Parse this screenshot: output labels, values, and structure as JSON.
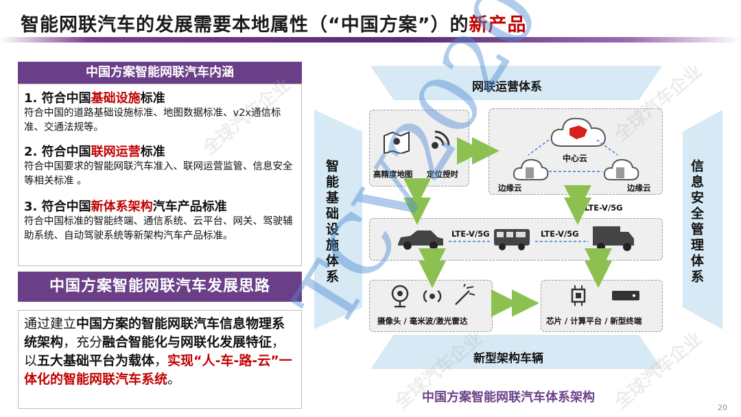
{
  "title": {
    "main": "智能网联汽车的发展需要本地属性（“中国方案”）的",
    "highlight": "新产品"
  },
  "box1": {
    "header": "中国方案智能网联汽车内涵",
    "items": [
      {
        "prefix": "1. 符合中国",
        "red": "基础设施",
        "suffix": "标准",
        "body": "符合中国的道路基础设施标准、地图数据标准、v2x通信标准、交通法规等。"
      },
      {
        "prefix": "2. 符合中国",
        "red": "联网运营",
        "suffix": "标准",
        "body": "符合中国要求的智能网联汽车准入、联网运营监管、信息安全等相关标准 。"
      },
      {
        "prefix": "3. 符合中国",
        "red": "新体系架构",
        "suffix": "汽车产品标准",
        "body": "符合中国标准的智能终端、通信系统、云平台、网关、驾驶辅助系统、自动驾驶系统等新架构汽车产品标准。"
      }
    ]
  },
  "box2": {
    "header": "中国方案智能网联汽车发展思路",
    "t1": "通过建立",
    "b1": "中国方案的智能网联汽车信息物理系统架构",
    "t2": "，充分",
    "b2": "融合智能化与网联化发展特征",
    "t3": "，以",
    "b3": "五大基础平台为载体",
    "t4": "，",
    "r1": "实现“人-车-路-云”一体化的智能网联汽车系统",
    "t5": "。"
  },
  "diagram": {
    "top": "网联运营体系",
    "bottom": "新型架构车辆",
    "left": "智能基础设施体系",
    "right": "信息安全管理体系",
    "map_label": "高精度地图",
    "timing_label": "定位授时",
    "center_cloud": "中心云",
    "edge_left": "边缘云",
    "edge_right": "边缘云",
    "link1": "LTE-V/5G",
    "link2": "LTE-V/5G",
    "link3": "LTE-V/5G",
    "sensors_label": "摄像头 / 毫米波/激光雷达",
    "chips_label": "芯片 / 计算平台 / 新型终端",
    "caption": "中国方案智能网联汽车体系架构"
  },
  "watermark": "TCV2020",
  "watermark_small": "全球汽车企业",
  "page_number": "20",
  "colors": {
    "accent_purple": "#6a3f87",
    "red": "#c00000",
    "lane_blue": "#d6e9f4",
    "arrow_green": "#8cc152"
  }
}
